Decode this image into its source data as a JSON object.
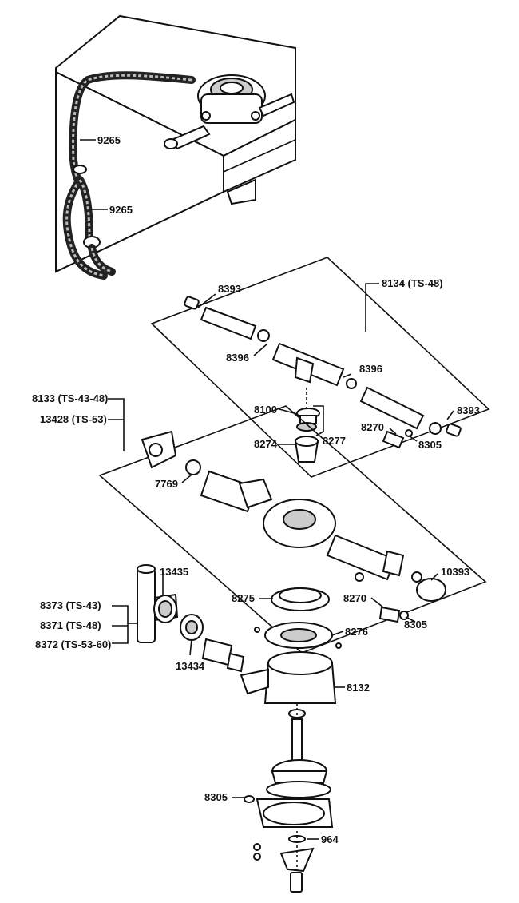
{
  "labels": {
    "l9265a": "9265",
    "l9265b": "9265",
    "l8393a": "8393",
    "l8134": "8134 (TS-48)",
    "l8396a": "8396",
    "l8396b": "8396",
    "l8133": "8133 (TS-43-48)",
    "l13428": "13428 (TS-53)",
    "l8100": "8100",
    "l8393b": "8393",
    "l8277": "8277",
    "l8270a": "8270",
    "l8274": "8274",
    "l8305a": "8305",
    "l7769": "7769",
    "l10393": "10393",
    "l13435": "13435",
    "l8275": "8275",
    "l8270b": "8270",
    "l8373": "8373 (TS-43)",
    "l8276": "8276",
    "l8305b": "8305",
    "l8371": "8371 (TS-48)",
    "l8372": "8372 (TS-53-60)",
    "l13434": "13434",
    "l8132": "8132",
    "l8305c": "8305",
    "l964": "964"
  }
}
